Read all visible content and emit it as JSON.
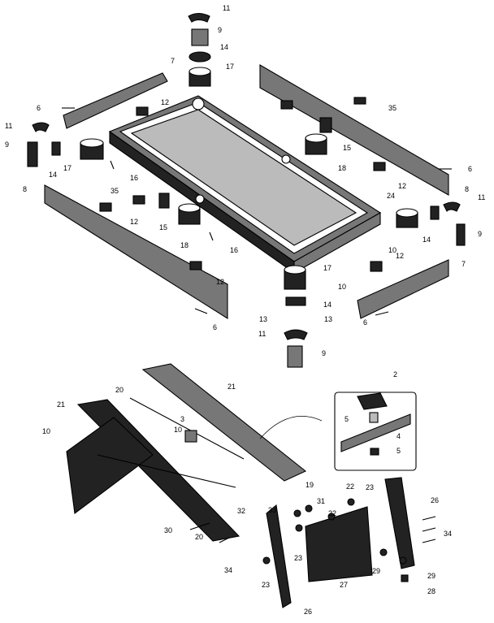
{
  "diagram": {
    "labels": [
      "11",
      "9",
      "14",
      "17",
      "7",
      "12",
      "35",
      "6",
      "11",
      "9",
      "14",
      "17",
      "16",
      "15",
      "18",
      "24",
      "12",
      "6",
      "8",
      "11",
      "9",
      "14",
      "35",
      "12",
      "15",
      "18",
      "16",
      "8",
      "12",
      "6",
      "17",
      "10",
      "12",
      "10",
      "7",
      "14",
      "13",
      "13",
      "11",
      "9",
      "6",
      "2",
      "5",
      "4",
      "5",
      "20",
      "21",
      "21",
      "10",
      "10",
      "3",
      "19",
      "22",
      "23",
      "31",
      "33",
      "32",
      "22",
      "30",
      "20",
      "34",
      "23",
      "23",
      "27",
      "29",
      "29",
      "28",
      "26",
      "26",
      "34"
    ]
  }
}
